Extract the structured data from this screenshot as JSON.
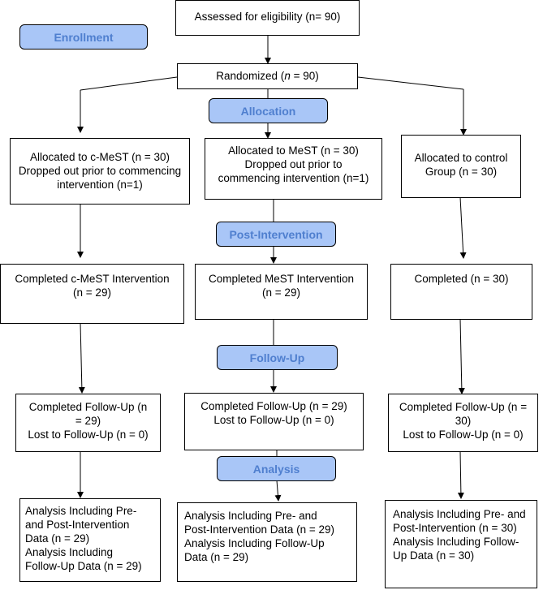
{
  "stages": {
    "enrollment": "Enrollment",
    "allocation": "Allocation",
    "post_intervention": "Post-Intervention",
    "follow_up": "Follow-Up",
    "analysis": "Analysis"
  },
  "top": {
    "eligibility": "Assessed for eligibility (n= 90)",
    "randomized_prefix": "Randomized (",
    "randomized_n": "n",
    "randomized_suffix": " = 90)"
  },
  "allocated": {
    "cmest_l1": "Allocated to c-MeST (n = 30)",
    "cmest_l2": "Dropped out prior to commencing",
    "cmest_l3": "intervention  (n=1)",
    "mest_l1": "Allocated to MeST (n = 30)",
    "mest_l2": "Dropped out prior to",
    "mest_l3": "commencing intervention (n=1)",
    "control_l1": "Allocated to control",
    "control_l2": "Group (n = 30)"
  },
  "completed": {
    "cmest_l1": "Completed c-MeST Intervention",
    "cmest_l2": "(n = 29)",
    "mest_l1": "Completed MeST Intervention",
    "mest_l2": "(n = 29)",
    "control_l1": "Completed  (n = 30)"
  },
  "followup": {
    "cmest_l1": "Completed Follow-Up (n",
    "cmest_l2": "= 29)",
    "cmest_l3": "Lost to Follow-Up (n = 0)",
    "mest_l1": "Completed Follow-Up (n = 29)",
    "mest_l2": "Lost to Follow-Up (n = 0)",
    "control_l1": "Completed Follow-Up (n =",
    "control_l2": "30)",
    "control_l3": "Lost to Follow-Up (n = 0)"
  },
  "analysis": {
    "cmest_l1": "Analysis Including Pre-",
    "cmest_l2": "and Post-Intervention",
    "cmest_l3": "Data (n = 29)",
    "cmest_l4": "Analysis Including",
    "cmest_l5": "Follow-Up Data (n = 29)",
    "mest_l1": "Analysis Including Pre- and",
    "mest_l2": "Post-Intervention Data (n = 29)",
    "mest_l3": "Analysis Including Follow-Up",
    "mest_l4": "Data (n = 29)",
    "control_l1": "Analysis Including Pre- and",
    "control_l2": "Post-Intervention (n = 30)",
    "control_l3": "Analysis Including Follow-",
    "control_l4": "Up Data (n = 30)"
  },
  "colors": {
    "stage_fill": "#a9c6f7",
    "stage_text": "#4f7fcf",
    "line": "#000000"
  }
}
